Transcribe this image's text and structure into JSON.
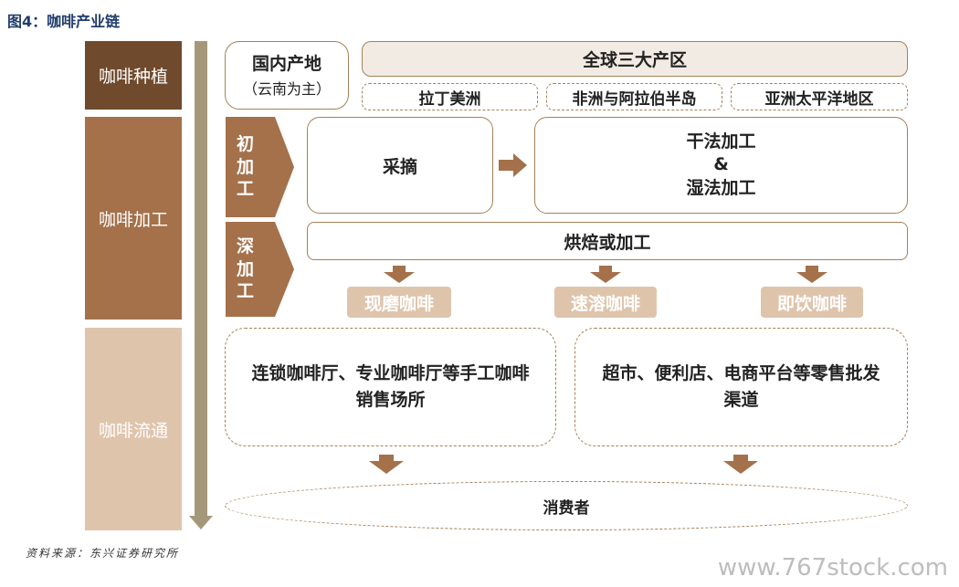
{
  "title": "图4：咖啡产业链",
  "stages": {
    "planting": "咖啡种植",
    "processing": "咖啡加工",
    "distribution": "咖啡流通"
  },
  "domestic": {
    "line1": "国内产地",
    "line2": "（云南为主）"
  },
  "global": {
    "header": "全球三大产区",
    "regions": [
      "拉丁美洲",
      "非洲与阿拉伯半岛",
      "亚洲太平洋地区"
    ]
  },
  "primary": {
    "label": [
      "初",
      "加",
      "工"
    ],
    "picking": "采摘",
    "methods": [
      "干法加工",
      "&",
      "湿法加工"
    ]
  },
  "deep": {
    "label": [
      "深",
      "加",
      "工"
    ],
    "roast": "烘焙或加工",
    "products": [
      "现磨咖啡",
      "速溶咖啡",
      "即饮咖啡"
    ]
  },
  "channels": {
    "cafe": "连锁咖啡厅、专业咖啡厅等手工咖啡销售场所",
    "retail": "超市、便利店、电商平台等零售批发渠道"
  },
  "consumer": "消费者",
  "source": "资料来源：东兴证券研究所",
  "watermark": "www.767stock.com"
}
